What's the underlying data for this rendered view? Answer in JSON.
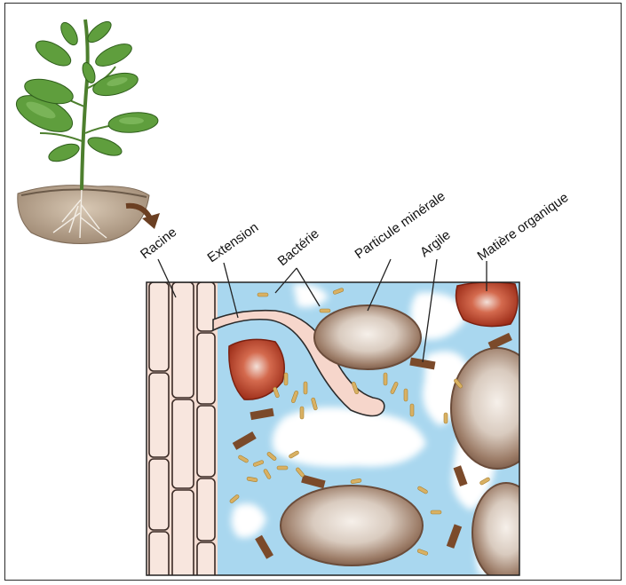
{
  "labels": {
    "racine": "Racine",
    "extension": "Extension",
    "bacterie": "Bactérie",
    "particule": "Particule minérale",
    "argile": "Argile",
    "matiere": "Matière organique"
  },
  "colors": {
    "water": "#a9d7ef",
    "air": "#ffffff",
    "root_cell": "#f6ddd3",
    "root_wall": "#2b2b2b",
    "mineral": "#8a6a55",
    "mineral_light": "#efe7e0",
    "organic": "#b8361f",
    "clay": "#7b4a2a",
    "bacteria": "#d9b163",
    "leaf": "#5a9a3a",
    "soil": "#b09a82"
  },
  "icons": [
    "plant-illustration",
    "arrow-icon"
  ]
}
